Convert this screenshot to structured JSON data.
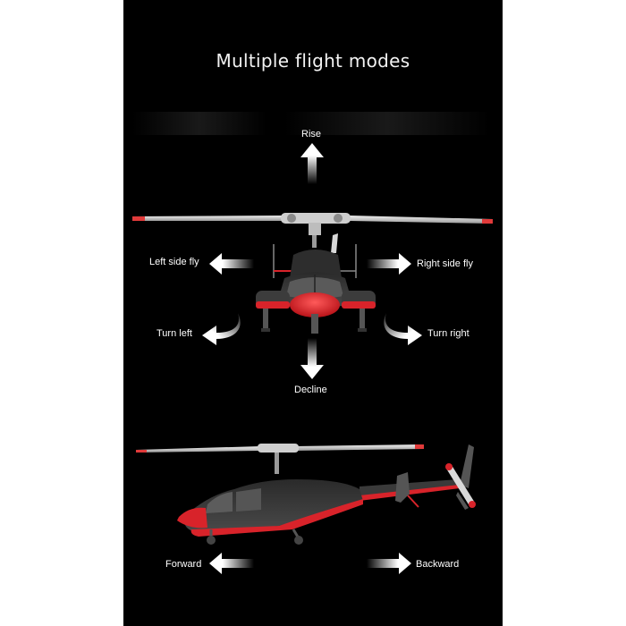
{
  "title": "Multiple flight modes",
  "colors": {
    "background": "#000000",
    "page": "#ffffff",
    "text": "#ffffff",
    "accent_red": "#d8232a",
    "body_gray": "#3a3a3a",
    "rotor_silver": "#d9d9d9"
  },
  "front_view": {
    "labels": {
      "rise": "Rise",
      "decline": "Decline",
      "left_side_fly": "Left side fly",
      "right_side_fly": "Right side fly",
      "turn_left": "Turn left",
      "turn_right": "Turn right"
    },
    "icons": [
      "arrow-up-icon",
      "arrow-down-icon",
      "arrow-left-icon",
      "arrow-right-icon",
      "curved-arrow-left-icon",
      "curved-arrow-right-icon"
    ]
  },
  "side_view": {
    "labels": {
      "forward": "Forward",
      "backward": "Backward"
    },
    "icons": [
      "arrow-left-icon",
      "arrow-right-icon"
    ]
  }
}
